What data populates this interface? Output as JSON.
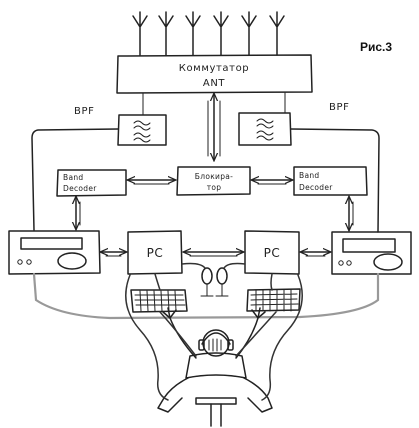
{
  "caption": "Рис.3",
  "switch": {
    "line1": "Коммутатор",
    "line2": "ANT"
  },
  "filters": {
    "left_label": "BPF",
    "right_label": "BPF"
  },
  "band_decoder_left": {
    "line1": "Band",
    "line2": "Decoder"
  },
  "band_decoder_right": {
    "line1": "Band",
    "line2": "Decoder"
  },
  "interlock": {
    "line1": "Блокира-",
    "line2": "тор"
  },
  "pc_left": "PC",
  "pc_right": "PC",
  "antenna_count": 6
}
